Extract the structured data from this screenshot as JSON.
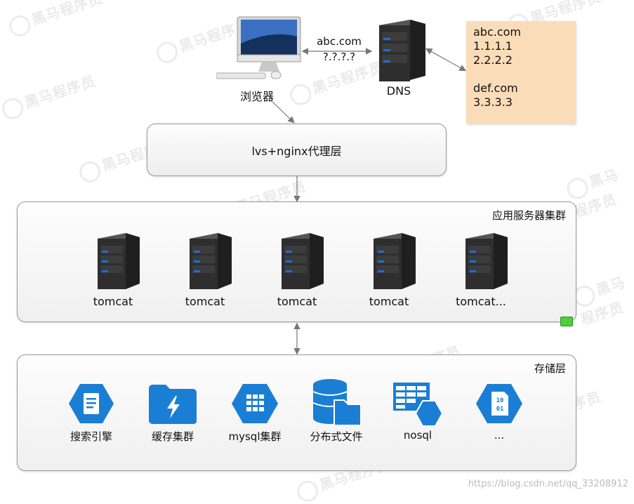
{
  "browser": {
    "label": "浏览器"
  },
  "dns": {
    "label": "DNS",
    "query_top": "abc.com",
    "query_bottom": "?.?.?.?"
  },
  "dns_records": [
    "abc.com",
    "1.1.1.1",
    "2.2.2.2",
    "",
    "def.com",
    "3.3.3.3"
  ],
  "proxy_layer": {
    "label": "lvs+nginx代理层"
  },
  "app_cluster": {
    "title": "应用服务器集群",
    "servers": [
      "tomcat",
      "tomcat",
      "tomcat",
      "tomcat",
      "tomcat..."
    ]
  },
  "storage": {
    "title": "存储层",
    "items": [
      {
        "label": "搜索引擎",
        "icon": "search-engine-icon"
      },
      {
        "label": "缓存集群",
        "icon": "cache-folder-icon"
      },
      {
        "label": "mysql集群",
        "icon": "mysql-grid-icon"
      },
      {
        "label": "分布式文件",
        "icon": "distributed-file-icon"
      },
      {
        "label": "nosql",
        "icon": "nosql-table-icon"
      },
      {
        "label": "...",
        "icon": "binary-file-icon"
      }
    ]
  },
  "watermark": {
    "text": "黑马程序员"
  },
  "footer": {
    "url": "https://blog.csdn.net/qq_33208912"
  },
  "colors": {
    "accent_blue": "#1a7fd4",
    "note_bg": "#fbdcb8",
    "server_dark": "#2b2b2b"
  }
}
